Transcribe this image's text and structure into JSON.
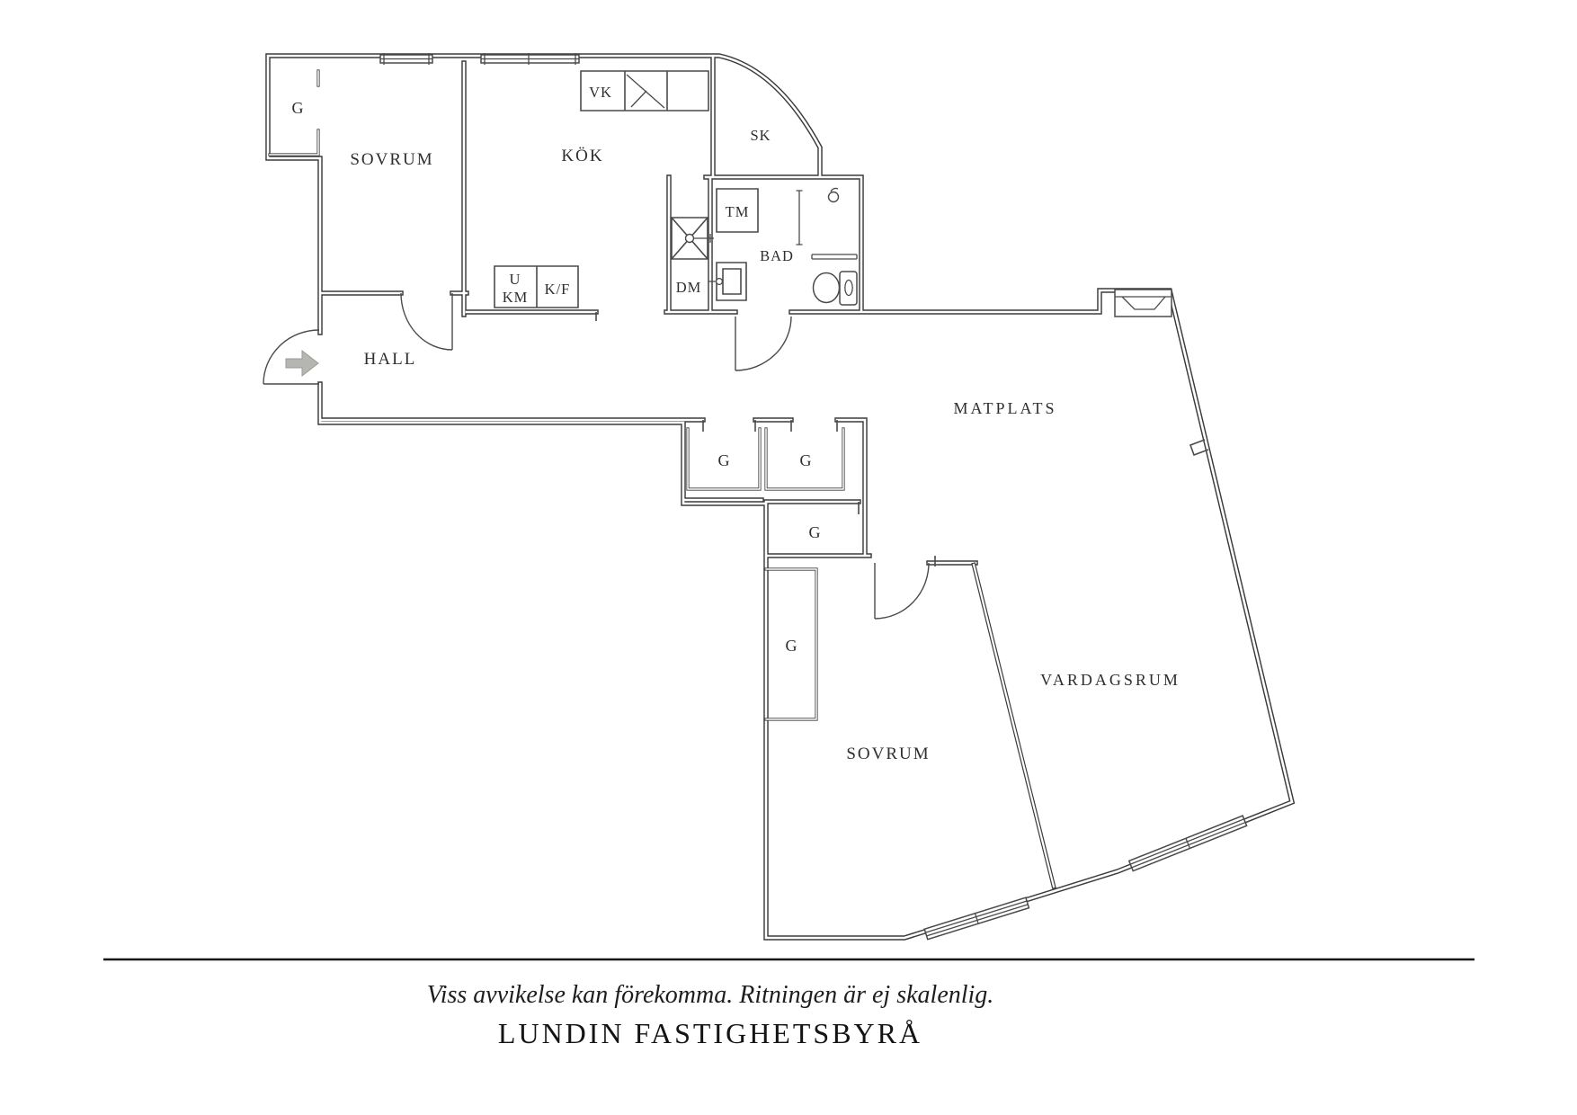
{
  "floorplan": {
    "rooms": {
      "bedroom_top": "SOVRUM",
      "kitchen": "KÖK",
      "closet_sk": "SK",
      "bathroom": "BAD",
      "hall": "HALL",
      "dining": "MATPLATS",
      "living": "VARDAGSRUM",
      "bedroom_bottom": "SOVRUM"
    },
    "labels": {
      "g": "G",
      "vk": "VK",
      "tm": "TM",
      "dm": "DM",
      "u": "U",
      "km": "KM",
      "kf": "K/F"
    },
    "colors": {
      "wall": "#3b3b3b",
      "fixture_line": "#4a4a4a",
      "entry_arrow": "#b5b5b2",
      "text": "#2e2e2e",
      "background": "#ffffff"
    }
  },
  "footer": {
    "disclaimer": "Viss avvikelse kan förekomma. Ritningen är ej skalenlig.",
    "brand": "LUNDIN FASTIGHETSBYRÅ"
  }
}
